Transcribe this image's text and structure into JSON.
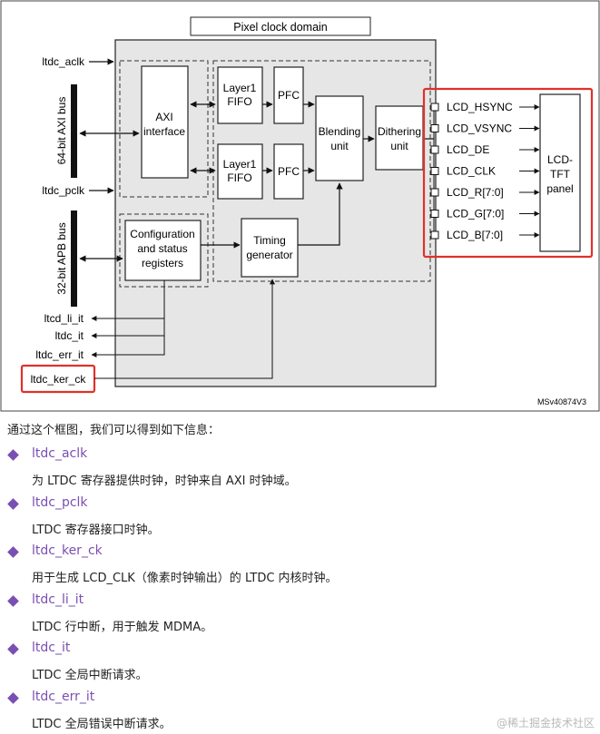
{
  "diagram": {
    "title": "Pixel clock domain",
    "blocks": {
      "axi": "AXI\ninterface",
      "fifo1": "Layer1\nFIFO",
      "fifo2": "Layer1\nFIFO",
      "pfc1": "PFC",
      "pfc2": "PFC",
      "blend": "Blending\nunit",
      "dither": "Dithering\nunit",
      "config": "Configuration\nand status\nregisters",
      "timing": "Timing\ngenerator",
      "panel": "LCD-\nTFT\npanel"
    },
    "bus_axi": "64-bit AXI bus",
    "bus_apb": "32-bit APB bus",
    "inputs": [
      "ltdc_aclk",
      "ltdc_pclk",
      "ltdc_ker_ck"
    ],
    "outputs": [
      "ltcd_li_it",
      "ltdc_it",
      "ltdc_err_it"
    ],
    "lcd_signals": [
      "LCD_HSYNC",
      "LCD_VSYNC",
      "LCD_DE",
      "LCD_CLK",
      "LCD_R[7:0]",
      "LCD_G[7:0]",
      "LCD_B[7:0]"
    ],
    "ref": "MSv40874V3",
    "highlight_color": "#e0312a"
  },
  "intro": "通过这个框图，我们可以得到如下信息：",
  "items": [
    {
      "name": "ltdc_aclk",
      "desc": "为 LTDC 寄存器提供时钟，时钟来自 AXI 时钟域。"
    },
    {
      "name": "ltdc_pclk",
      "desc": "LTDC 寄存器接口时钟。"
    },
    {
      "name": "ltdc_ker_ck",
      "desc": "用于生成 LCD_CLK（像素时钟输出）的 LTDC 内核时钟。"
    },
    {
      "name": "ltdc_li_it",
      "desc": "LTDC 行中断，用于触发 MDMA。"
    },
    {
      "name": "ltdc_it",
      "desc": "LTDC 全局中断请求。"
    },
    {
      "name": "ltdc_err_it",
      "desc": "LTDC 全局错误中断请求。"
    }
  ],
  "watermark": "@稀土掘金技术社区"
}
